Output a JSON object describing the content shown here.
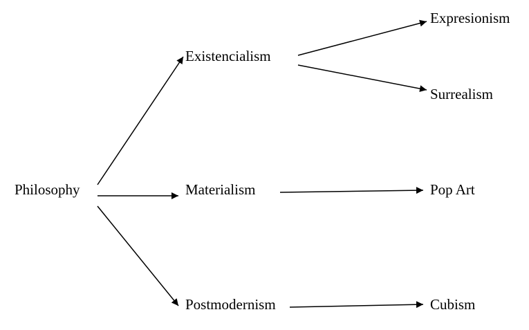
{
  "diagram": {
    "nodes": [
      {
        "id": "philosophy",
        "label": "Philosophy"
      },
      {
        "id": "existencialism",
        "label": "Existencialism"
      },
      {
        "id": "materialism",
        "label": "Materialism"
      },
      {
        "id": "postmodernism",
        "label": "Postmodernism"
      },
      {
        "id": "expresionism",
        "label": "Expresionism"
      },
      {
        "id": "surrealism",
        "label": "Surrealism"
      },
      {
        "id": "pop_art",
        "label": "Pop Art"
      },
      {
        "id": "cubism",
        "label": "Cubism"
      }
    ],
    "edges": [
      {
        "from": "philosophy",
        "to": "existencialism"
      },
      {
        "from": "philosophy",
        "to": "materialism"
      },
      {
        "from": "philosophy",
        "to": "postmodernism"
      },
      {
        "from": "existencialism",
        "to": "expresionism"
      },
      {
        "from": "existencialism",
        "to": "surrealism"
      },
      {
        "from": "materialism",
        "to": "pop_art"
      },
      {
        "from": "postmodernism",
        "to": "cubism"
      }
    ],
    "colors": {
      "line": "#000000",
      "text": "#000000",
      "background": "#ffffff"
    }
  }
}
